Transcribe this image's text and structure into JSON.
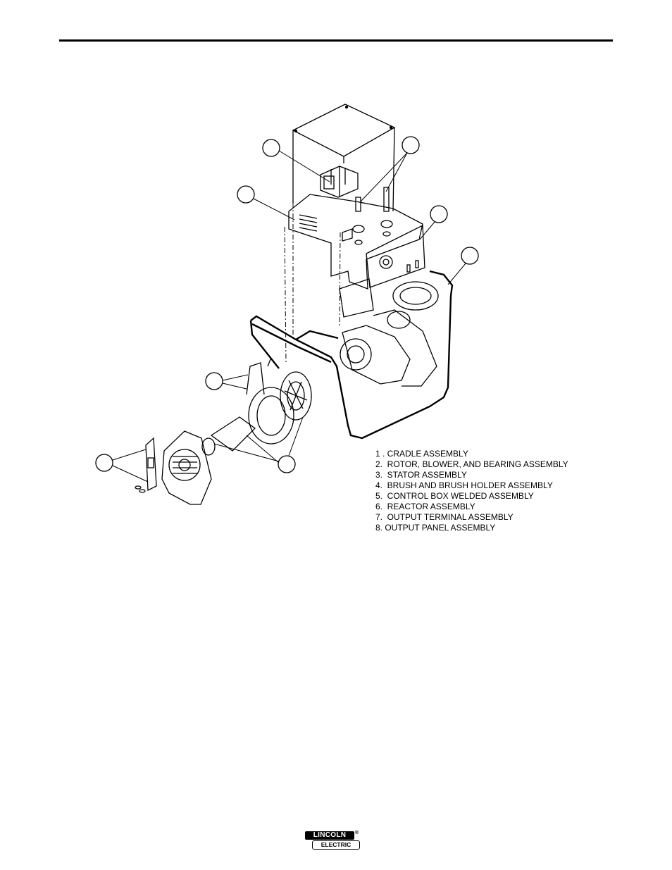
{
  "legend": {
    "items": [
      "1 . CRADLE ASSEMBLY",
      "2.  ROTOR, BLOWER, AND BEARING ASSEMBLY",
      "3.  STATOR ASSEMBLY",
      "4.  BRUSH AND BRUSH HOLDER ASSEMBLY",
      "5.  CONTROL BOX WELDED ASSEMBLY",
      "6.  REACTOR ASSEMBLY",
      "7.  OUTPUT TERMINAL ASSEMBLY",
      "8. OUTPUT PANEL ASSEMBLY"
    ]
  },
  "logo": {
    "line1": "LINCOLN",
    "line2": "ELECTRIC",
    "mark": "®"
  }
}
